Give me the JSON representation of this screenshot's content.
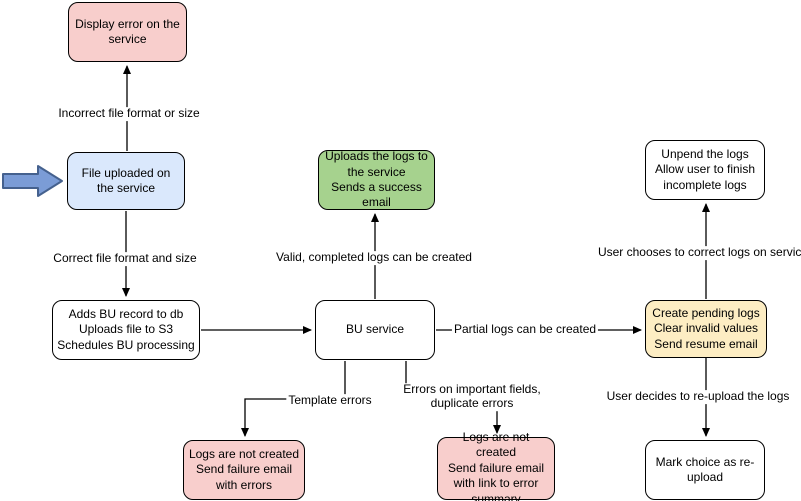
{
  "diagram": {
    "nodes": [
      {
        "id": "display-error",
        "label": "Display error on the service",
        "color": "#f8cecc"
      },
      {
        "id": "file-uploaded",
        "label": "File uploaded on the service",
        "color": "#dae8fc"
      },
      {
        "id": "adds-bu-record",
        "label": "Adds BU record to db\nUploads file to S3\nSchedules BU processing",
        "color": "#ffffff"
      },
      {
        "id": "bu-service",
        "label": "BU service",
        "color": "#ffffff"
      },
      {
        "id": "uploads-logs",
        "label": "Uploads the logs to the service\nSends a success email",
        "color": "#a6d28e"
      },
      {
        "id": "unpend-logs",
        "label": "Unpend the logs\nAllow user to finish incomplete logs",
        "color": "#ffffff"
      },
      {
        "id": "create-pending-logs",
        "label": "Create pending logs\nClear invalid values\nSend resume email",
        "color": "#fdedc3"
      },
      {
        "id": "mark-choice-reupload",
        "label": "Mark choice as re-upload",
        "color": "#ffffff"
      },
      {
        "id": "logs-not-created-errors",
        "label": "Logs are not created\nSend failure email with errors",
        "color": "#f8cecc"
      },
      {
        "id": "logs-not-created-summary",
        "label": "Logs are not created\nSend failure email with link to error summary",
        "color": "#f8cecc"
      }
    ],
    "edge_labels": {
      "incorrect": "Incorrect file format or size",
      "correct": "Correct file format and size",
      "valid": "Valid, completed logs can be created",
      "partial": "Partial logs can be created",
      "template": "Template errors",
      "errors_important": "Errors on important fields,\nduplicate errors",
      "user_chooses": "User chooses to correct logs on service",
      "user_decides": "User decides to re-upload the logs"
    },
    "colors": {
      "node_pink": "#f8cecc",
      "node_blue": "#dae8fc",
      "node_green": "#a6d28e",
      "node_yellow": "#fdedc3",
      "node_white": "#ffffff",
      "node_border": "#000000",
      "edge_stroke": "#000000",
      "pointer_arrow_fill": "#7b9cd6",
      "pointer_arrow_stroke": "#45618e",
      "background": "#ffffff"
    }
  }
}
